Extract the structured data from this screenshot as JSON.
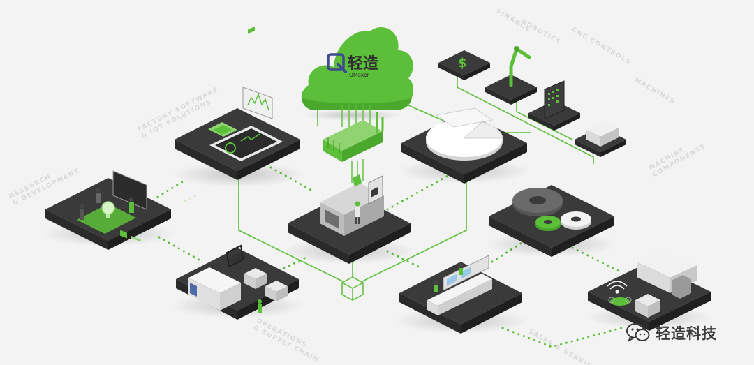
{
  "brand": {
    "logo_name": "轻造",
    "logo_sub": "QMaker"
  },
  "watermark": {
    "text": "轻造科技"
  },
  "faint_labels": {
    "factory_software": "FACTORY SOFTWARE\n& IOT SOLUTIONS",
    "research": "RESEARCH\n& DEVELOPMENT",
    "operations": "OPERATIONS\n& SUPPLY CHAIN",
    "finance": "FINANCE",
    "robotics": "ROBOTICS",
    "cnc": "CNC CONTROLS",
    "machines": "MACHINES",
    "machine_components": "MACHINE\nCOMPONENTS",
    "sales": "SALES & SERVICE"
  },
  "colors": {
    "accent_green": "#5cbf3a",
    "dark_platform": "#3a3a3a",
    "background": "#f3f3f3"
  }
}
